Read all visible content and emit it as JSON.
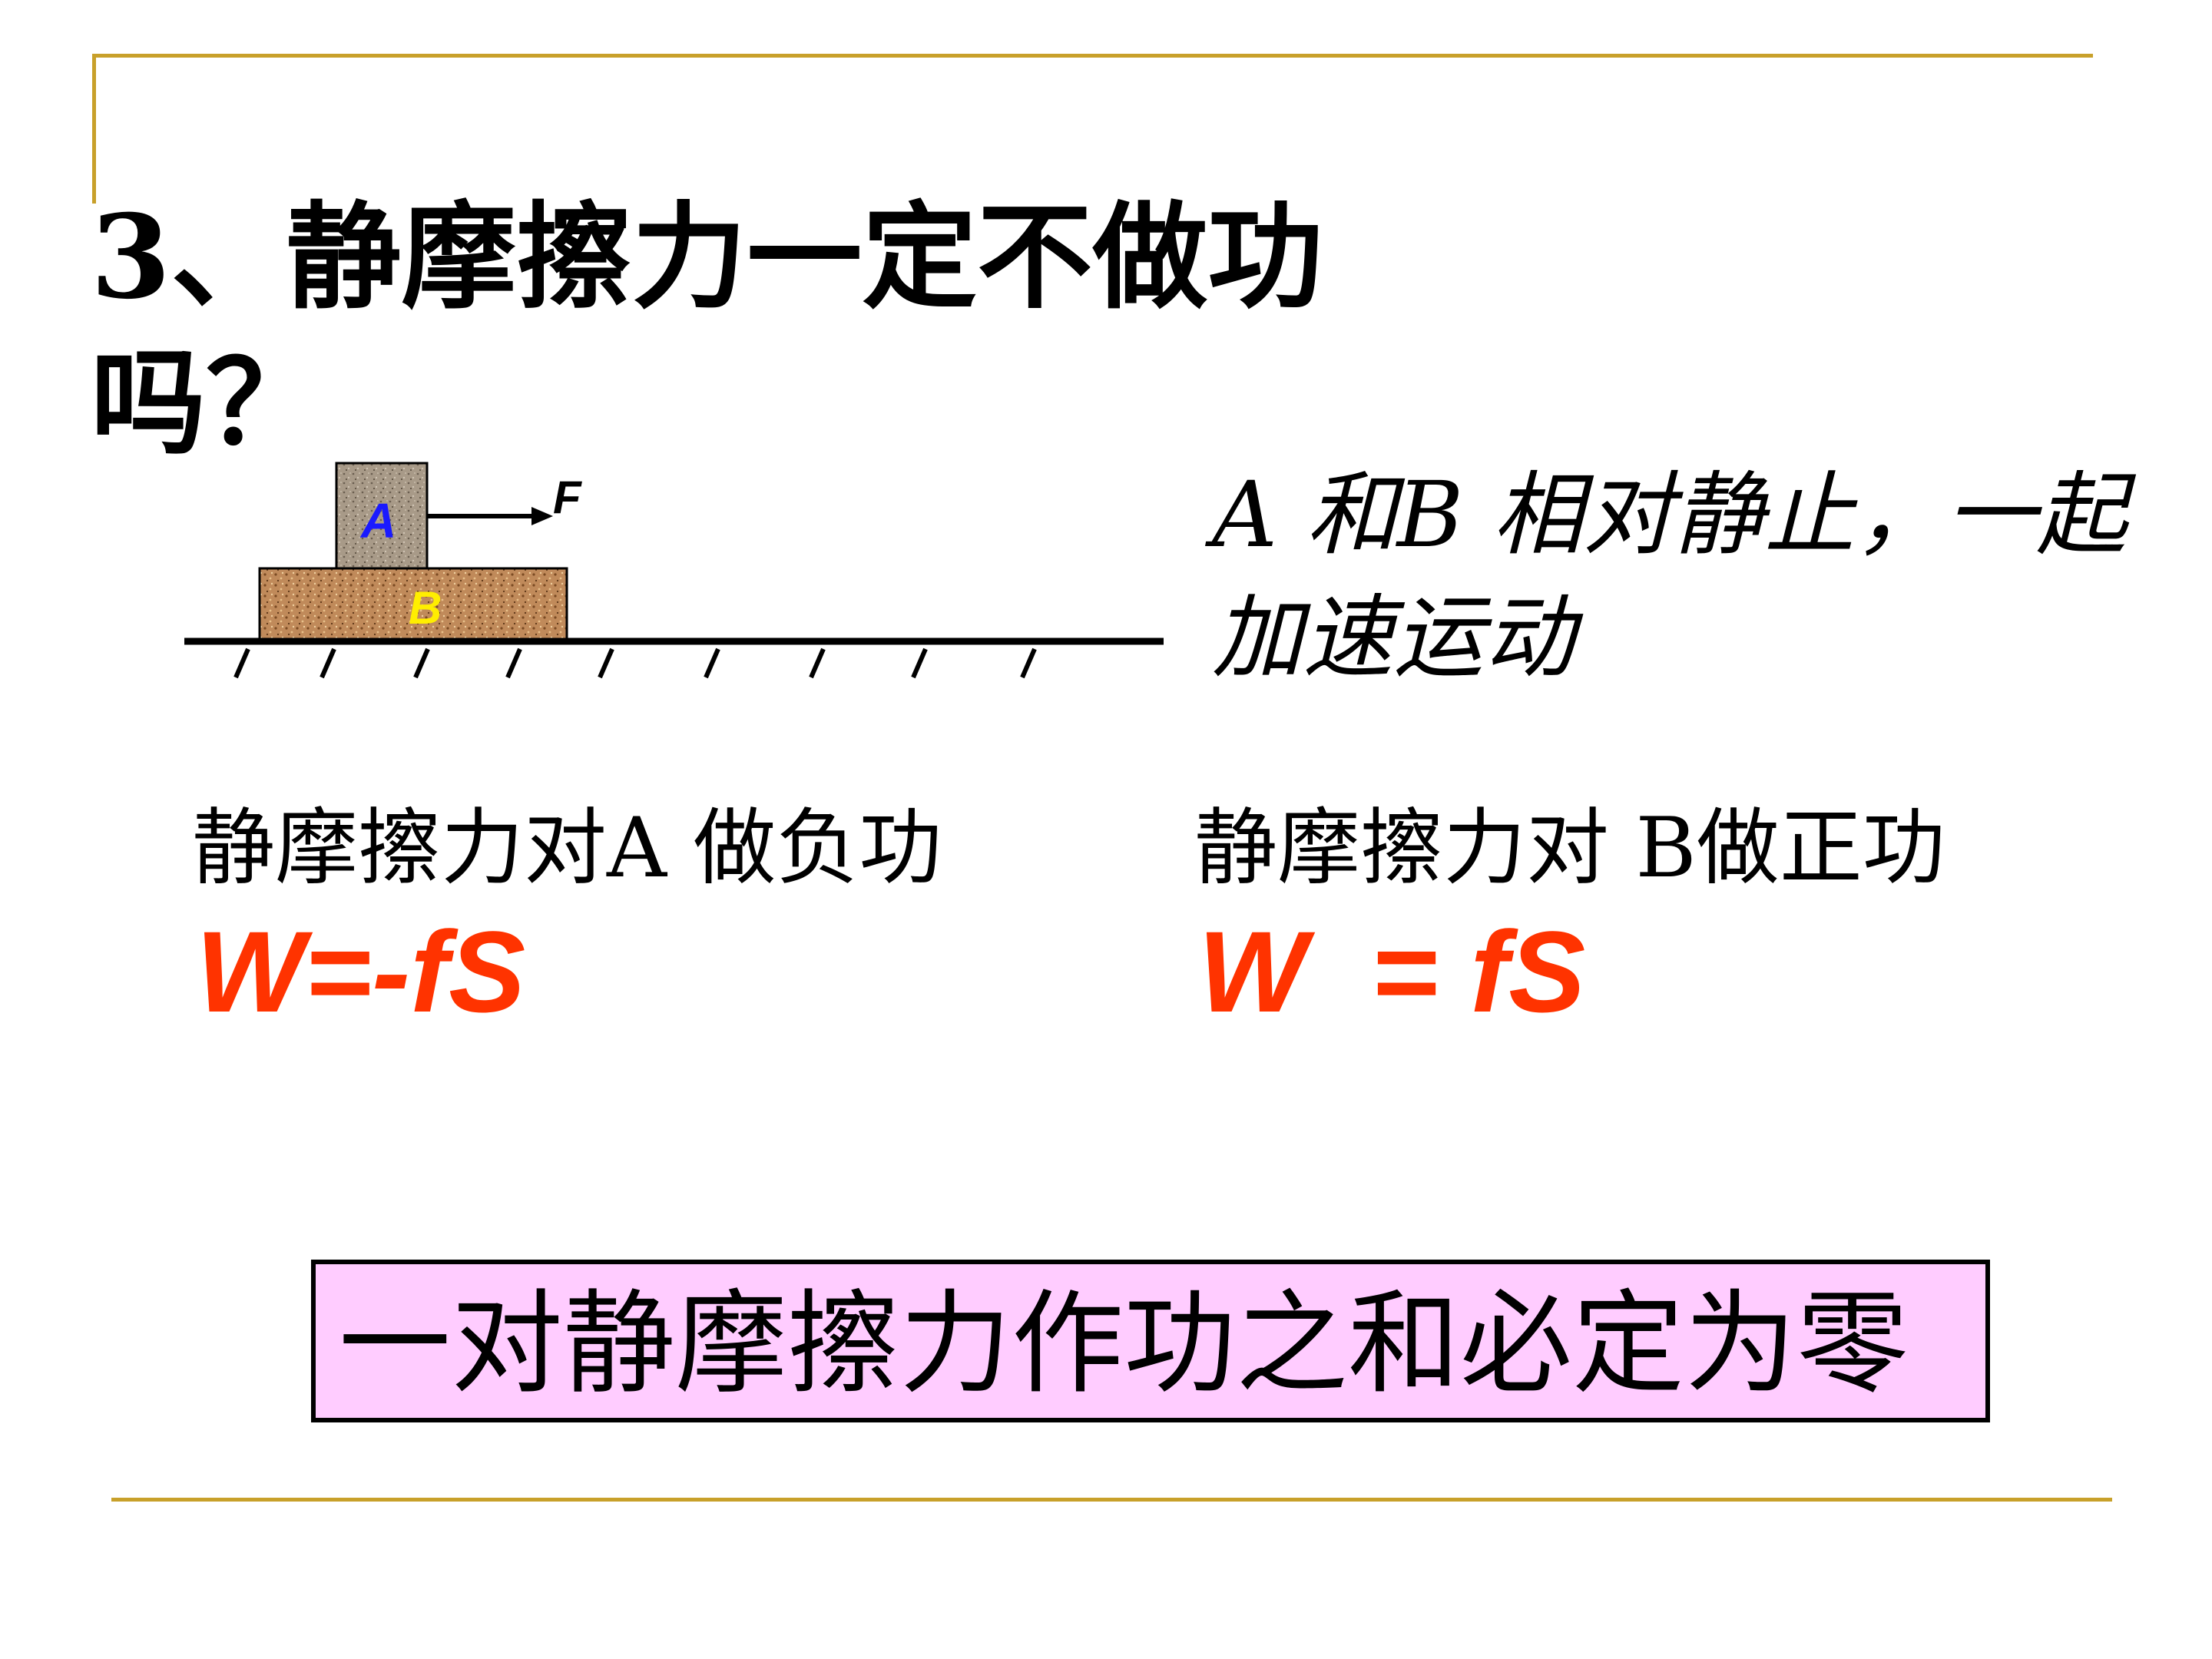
{
  "slide": {
    "title": "3、静摩擦力一定不做功吗？",
    "diagram": {
      "block_a_label": "A",
      "block_b_label": "B",
      "force_label": "F"
    },
    "description": "A 和B 相对静止，一起加速运动",
    "left_case": {
      "label": "静摩擦力对A 做负功",
      "formula": "W=-fS"
    },
    "right_case": {
      "label": "静摩擦力对 B做正功",
      "formula": "W  = fS"
    },
    "conclusion": "一对静摩擦力作功之和必定为零",
    "colors": {
      "rule": "#c8a02a",
      "formula": "#ff3300",
      "conclusion_bg": "#ffccff",
      "block_a_fill": "#a89a88",
      "block_b_fill": "#c08a5a",
      "label_a": "#1a1aff",
      "label_b": "#ffee00"
    }
  }
}
